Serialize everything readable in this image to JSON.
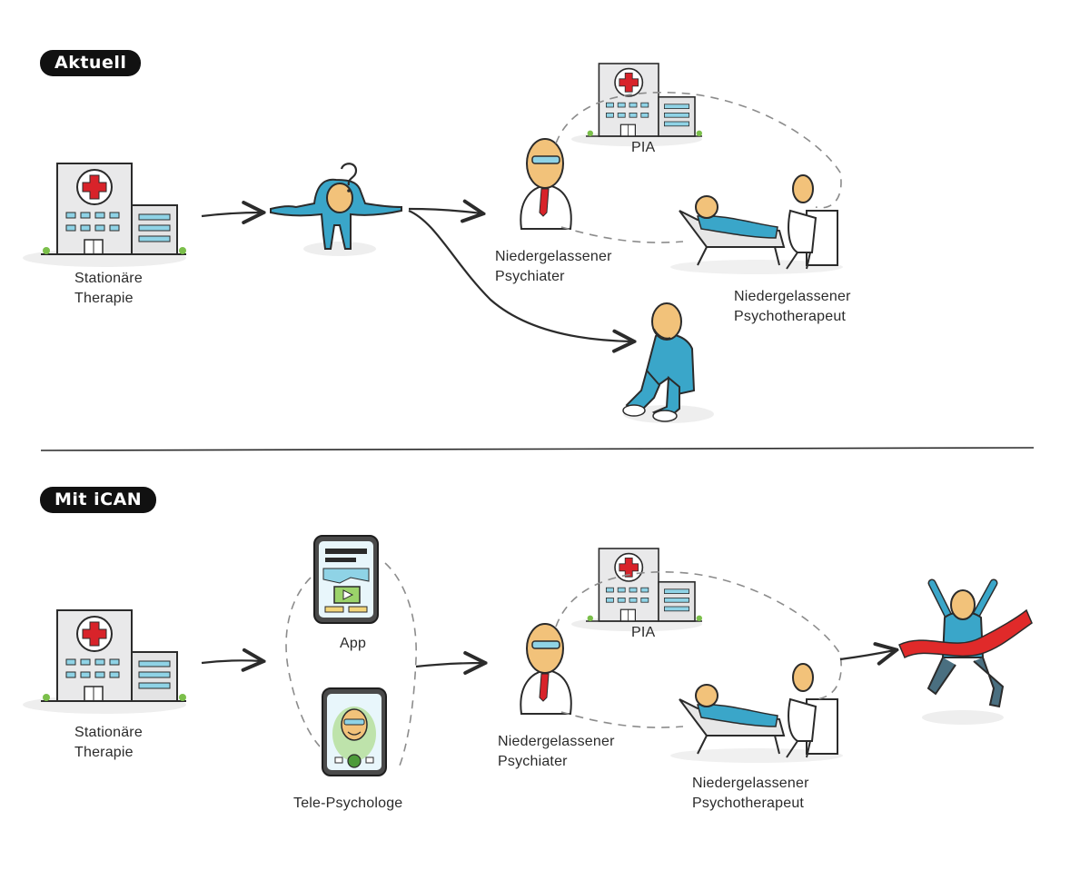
{
  "sections": {
    "current": {
      "badge": "Aktuell"
    },
    "ican": {
      "badge": "Mit iCAN"
    }
  },
  "labels": {
    "stationaer_1": "Stationäre\nTherapie",
    "psychiater_1": "Niedergelassener\nPsychiater",
    "pia_1": "PIA",
    "psychotherapeut_1": "Niedergelassener\nPsychotherapeut",
    "stationaer_2": "Stationäre\nTherapie",
    "app": "App",
    "telepsych": "Tele-Psychologe",
    "psychiater_2": "Niedergelassener\nPsychiater",
    "pia_2": "PIA",
    "psychotherapeut_2": "Niedergelassener\nPsychotherapeut"
  },
  "colors": {
    "ink": "#2b2b2b",
    "cross_red": "#d8232a",
    "tie_red": "#d8232a",
    "skin": "#f2c27a",
    "shirt_blue": "#3aa6c9",
    "screen_blue": "#8fd3e6",
    "app_green": "#9bd36a",
    "ribbon_red": "#e02a2a"
  },
  "icons": [
    "hospital-icon",
    "confused-person-icon",
    "psychiatrist-icon",
    "therapy-session-icon",
    "sad-person-icon",
    "smartphone-app-icon",
    "video-call-phone-icon",
    "celebrating-person-icon"
  ]
}
